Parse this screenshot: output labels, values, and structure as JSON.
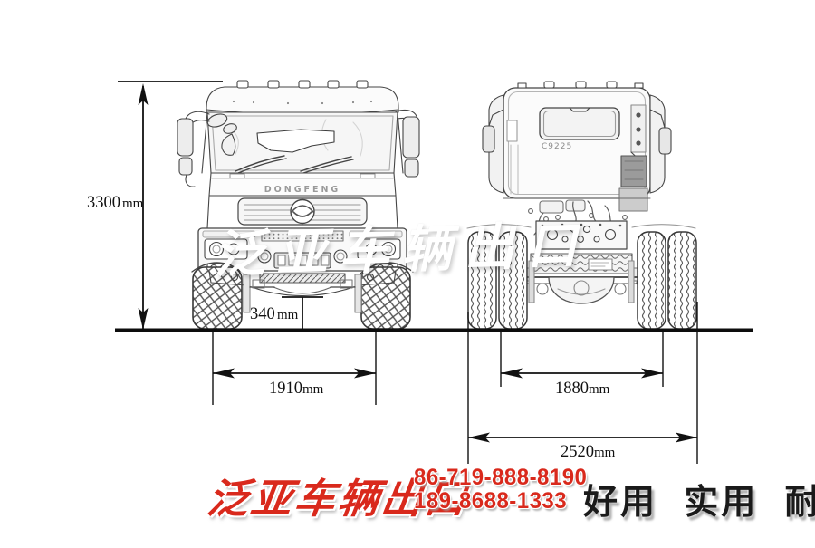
{
  "drawing": {
    "front_view": {
      "brand_text": "DONGFENG"
    },
    "rear_view": {
      "model_text": "C9225"
    },
    "ink_color": "#454545",
    "ground_color": "#0d0d0d"
  },
  "dimensions": {
    "cab_height": {
      "value": "3300",
      "unit": "mm"
    },
    "ground_clearance": {
      "value": "340",
      "unit": "mm"
    },
    "front_track": {
      "value": "1910",
      "unit": "mm"
    },
    "rear_track": {
      "value": "1880",
      "unit": "mm"
    },
    "overall_width": {
      "value": "2520",
      "unit": "mm"
    }
  },
  "watermark": {
    "center_text": "泛亚车辆出口",
    "color": "#ffffff"
  },
  "footer": {
    "company": "泛亚车辆出口",
    "phone_line1": "86-719-888-8190",
    "phone_line2": "189-8688-1333",
    "slogan": [
      "好用",
      "实用",
      "耐用"
    ],
    "accent_red": "#d9291c",
    "slogan_color": "#1a1a1a"
  }
}
